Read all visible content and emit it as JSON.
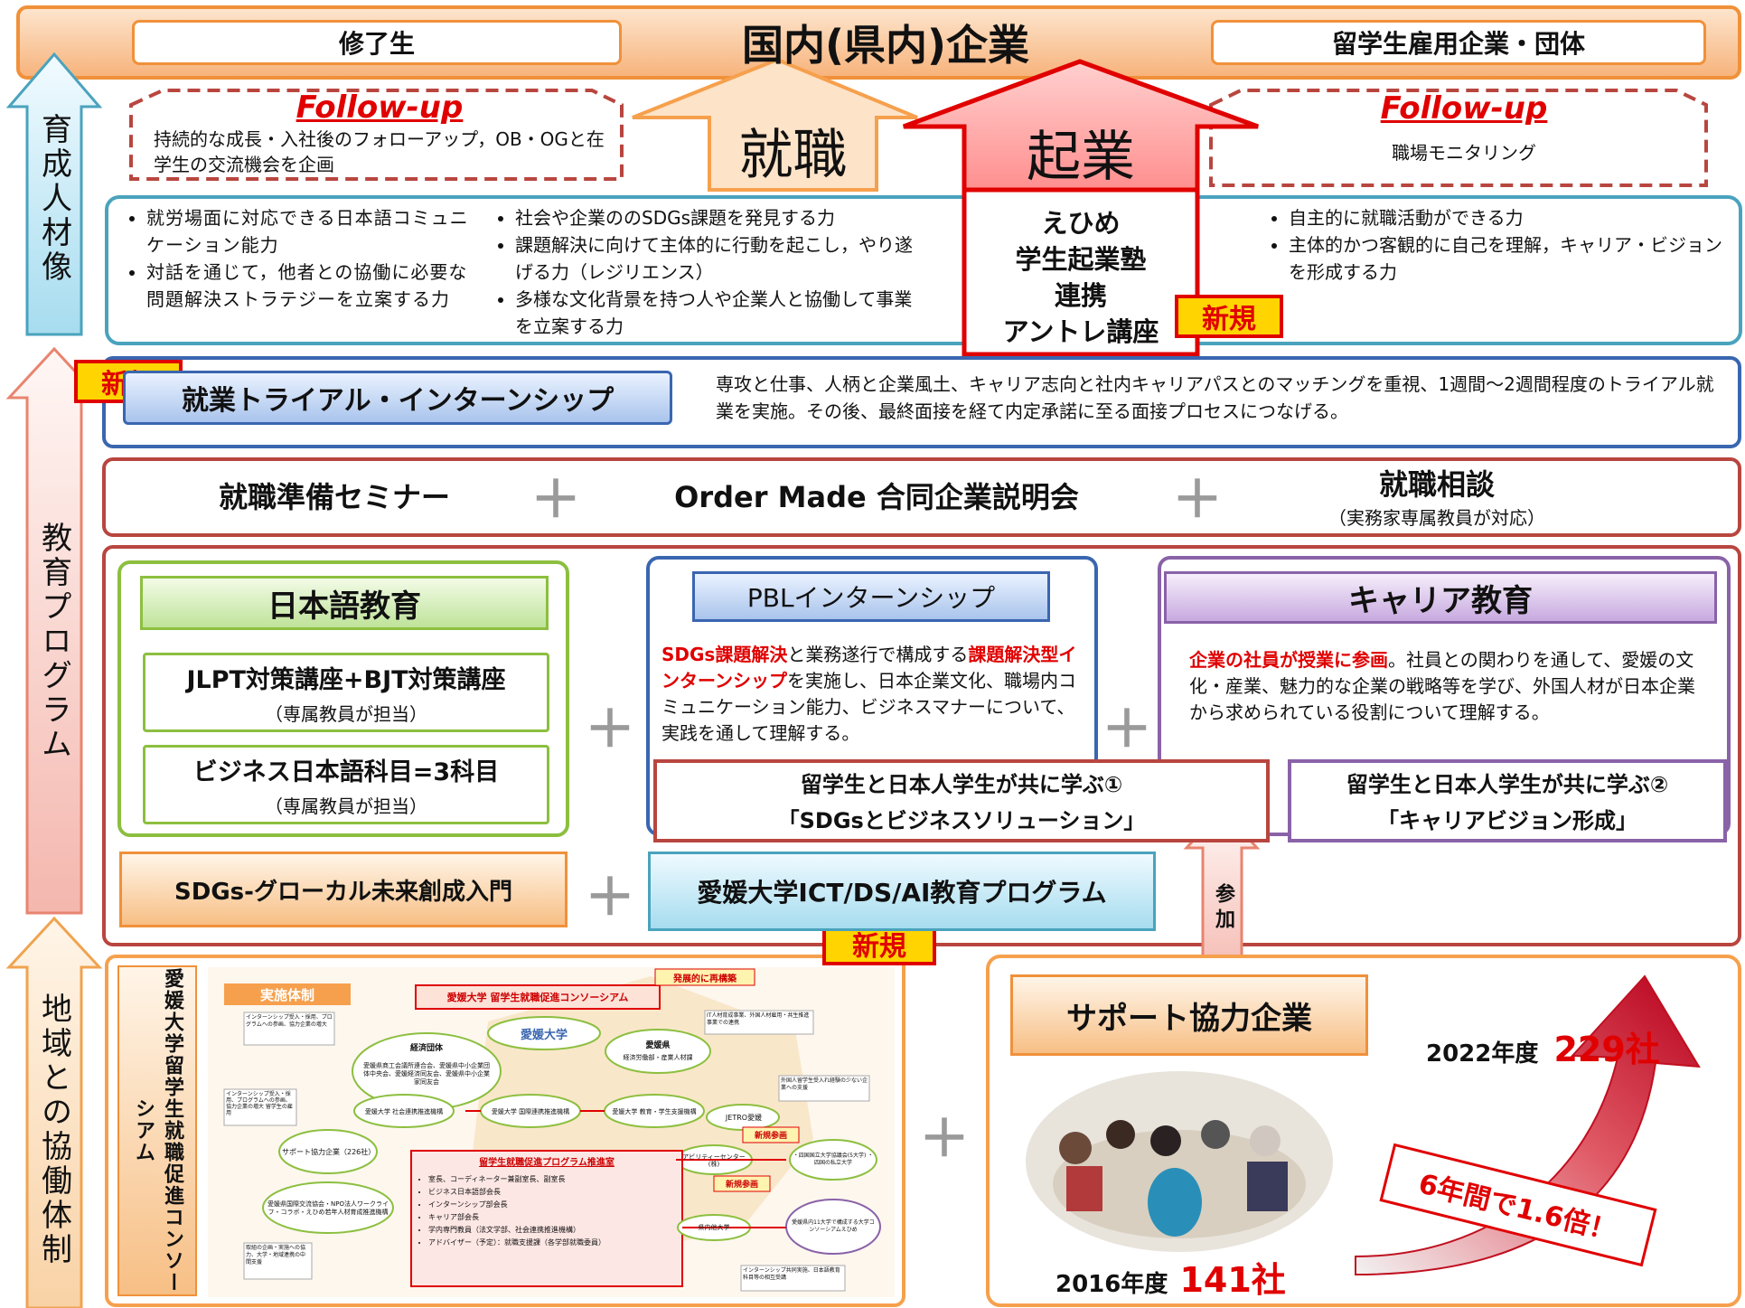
{
  "header": {
    "title": "国内(県内)企業",
    "left_box": "修了生",
    "right_box": "留学生雇用企業・団体"
  },
  "followup_left": {
    "title": "Follow-up",
    "text": "持続的な成長・入社後のフォローアップ，OB・OGと在学生の交流機会を企画"
  },
  "followup_right": {
    "title": "Follow-up",
    "text": "職場モニタリング"
  },
  "arrows": {
    "employment": "就職",
    "startup": "起業",
    "startup_program": "えひめ\n学生起業塾\n連携\nアントレ講座"
  },
  "side_labels": {
    "talent": "育成人材像",
    "education": "教育プログラム",
    "regional": "地域との協働体制"
  },
  "talent_image": {
    "col1": [
      "就労場面に対応できる日本語コミュニケーション能力",
      "対話を通じて，他者との協働に必要な問題解決ストラテジーを立案する力"
    ],
    "col2": [
      "社会や企業ののSDGs課題を発見する力",
      "課題解決に向けて主体的に行動を起こし，やり遂げる力（レジリエンス）",
      "多様な文化背景を持つ人や企業人と協働して事業を立案する力"
    ],
    "col3": [
      "自主的に就職活動ができる力",
      "主体的かつ客観的に自己を理解，キャリア・ビジョンを形成する力"
    ]
  },
  "badges": {
    "new": "新規"
  },
  "trial": {
    "title": "就業トライアル・インターンシップ",
    "desc": "専攻と仕事、人柄と企業風土、キャリア志向と社内キャリアパスとのマッチングを重視、1週間～2週間程度のトライアル就業を実施。その後、最終面接を経て内定承諾に至る面接プロセスにつなげる。"
  },
  "seminar_row": {
    "item1": "就職準備セミナー",
    "plus": "＋",
    "item2": "Order Made 合同企業説明会",
    "item3": "就職相談",
    "item3_sub": "（実務家専属教員が対応）"
  },
  "japanese": {
    "title": "日本語教育",
    "course1": "JLPT対策講座+BJT対策講座",
    "course1_sub": "（専属教員が担当）",
    "course2": "ビジネス日本語科目=3科目",
    "course2_sub": "（専属教員が担当）"
  },
  "pbl": {
    "title": "PBLインターンシップ",
    "desc_red1": "SDGs課題解決",
    "desc_1": "と業務遂行で構成する",
    "desc_red2": "課題解決型インターンシップ",
    "desc_2": "を実施し、日本企業文化、職場内コミュニケーション能力、ビジネスマナーについて、実践を通して理解する。"
  },
  "career": {
    "title": "キャリア教育",
    "desc_red": "企業の社員が授業に参画",
    "desc": "。社員との関わりを通して、愛媛の文化・産業、魅力的な企業の戦略等を学び、外国人材が日本企業から求められている役割について理解する。"
  },
  "colearn1": {
    "line1": "留学生と日本人学生が共に学ぶ①",
    "line2": "「SDGsとビジネスソリューション」"
  },
  "colearn2": {
    "line1": "留学生と日本人学生が共に学ぶ②",
    "line2": "「キャリアビジョン形成」"
  },
  "sdgs_glocal": "SDGs-グローカル未来創成入門",
  "ict": "愛媛大学ICT/DS/AI教育プログラム",
  "participate": "参加",
  "consortium": {
    "label": "愛媛大学留学生就職促進コンソーシアム",
    "diagram_header": "実施体制",
    "diagram_title": "愛媛大学 留学生就職促進コンソーシアム",
    "rebuild_tag": "発展的に再構築",
    "univ": "愛媛大学",
    "econ": "経済団体",
    "econ_desc": "愛媛県商工会議所連合会、愛媛県中小企業団体中央会、愛媛経済同友会、愛媛県中小企業家同友会",
    "pref": "愛媛県",
    "pref_sub": "経済労働部・産業人材課",
    "org1": "愛媛大学 社会連携推進機構",
    "org2": "愛媛大学 国際連携推進機構",
    "org3": "愛媛大学 教育・学生支援機構",
    "jetro": "JETRO愛媛",
    "new_join": "新規参画",
    "ability": "アビリティーセンター(株)",
    "support_co": "サポート協力企業（226社）",
    "npo": "愛媛県国際交流協会・NPO法人ワークライフ・コラボ・えひめ若年人材育成推進機構",
    "note1": "インターンシップ受入・採用、プログラムへの参画、協力企業の増大",
    "note2": "インターンシップ受入・採用、プログラムへの参画、協力企業の増大 留学生の雇用",
    "note3": "IT人材育成事業、外国人材雇用・共生推進事業での連携",
    "note4": "外国人留学生受入れ経験の少ない企業への支援",
    "note5": "取組の企画・実施への協力、大学・地域連携の中間支援",
    "note6": "インターンシップ共同実施、日本語教育科目等の相互受講",
    "office": "留学生就職促進プログラム推進室",
    "members": [
      "室長、コーディネーター兼副室長、副室長",
      "ビジネス日本語部会長",
      "インターンシップ部会長",
      "キャリア部会長",
      "学内専門教員（法文学部、社会連携推進機構）",
      "アドバイザー（予定）：就職支援課（各学部就職委員）"
    ],
    "shikoku": "・四国国立大学協議会(5大学) ・四国の私立大学",
    "other_univ": "県内他大学",
    "pref_consortium": "愛媛県内11大学で構成する大学コンソーシアムえひめ"
  },
  "support": {
    "title": "サポート協力企業",
    "year_2016": "2016年度",
    "count_2016": "141社",
    "year_2022": "2022年度",
    "count_2022": "229社",
    "growth": "6年間で1.6倍！"
  },
  "colors": {
    "orange": "#f6a04d",
    "red": "#e00000",
    "teal": "#4aa3bd",
    "blue": "#3a66b0",
    "green": "#8cbf3f",
    "purple": "#8a62a8",
    "darkred": "#b8463f"
  }
}
